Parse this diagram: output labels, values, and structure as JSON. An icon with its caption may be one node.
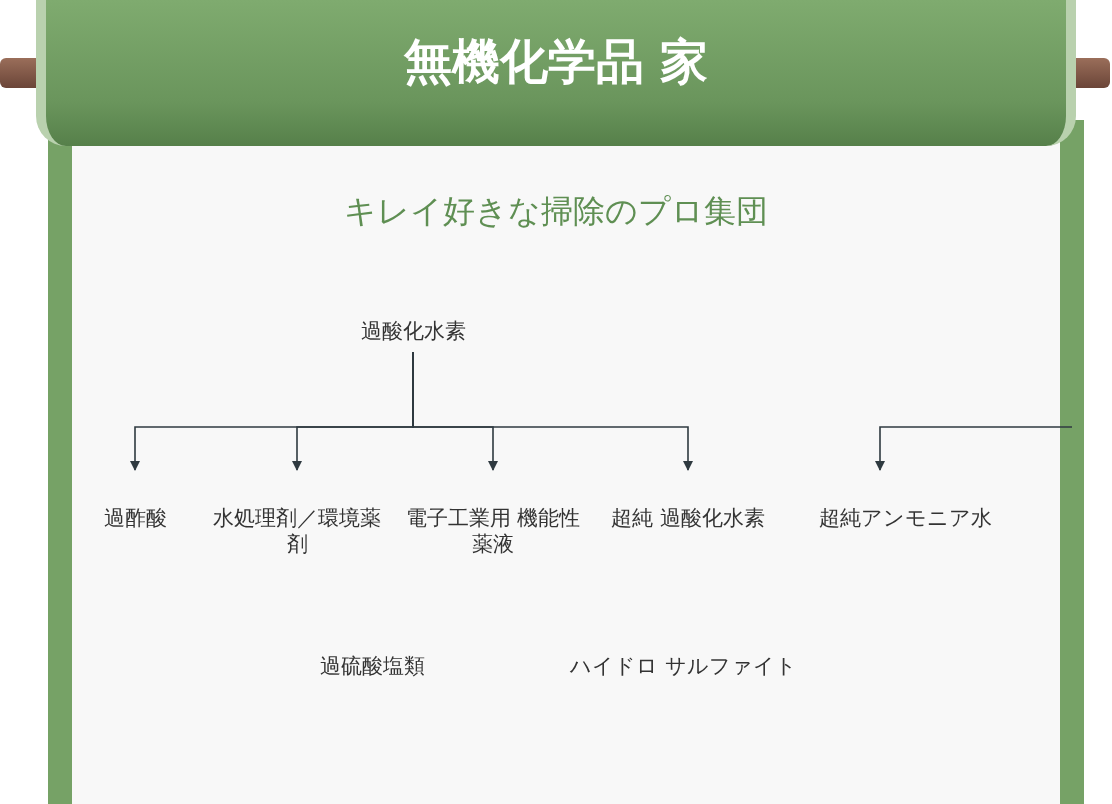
{
  "diagram": {
    "title": "無機化学品 家",
    "nodes": [
      {
        "text": [
          "過酸化水素"
        ]
      },
      {
        "text": [
          "過酢酸"
        ]
      },
      {
        "text": [
          "水処理剤／環境薬剤"
        ]
      },
      {
        "text": [
          "電子工業用 機能性薬液"
        ]
      },
      {
        "text": [
          "超純 過酸化水素"
        ]
      },
      {
        "text": [
          "超純アンモニア水"
        ]
      }
    ],
    "edges": [
      {
        "from": 0,
        "to": 1,
        "arrow": "to"
      },
      {
        "from": 0,
        "to": 2,
        "arrow": "to"
      },
      {
        "from": 0,
        "to": 3,
        "arrow": "to"
      },
      {
        "from": 0,
        "to": 4,
        "arrow": "to"
      },
      {
        "from": null,
        "to": 5,
        "arrow": "to"
      }
    ],
    "labels": [
      "キレイ好きな掃除のプロ集団",
      "過硫酸塩類",
      "ハイドロ サルファイト"
    ]
  }
}
